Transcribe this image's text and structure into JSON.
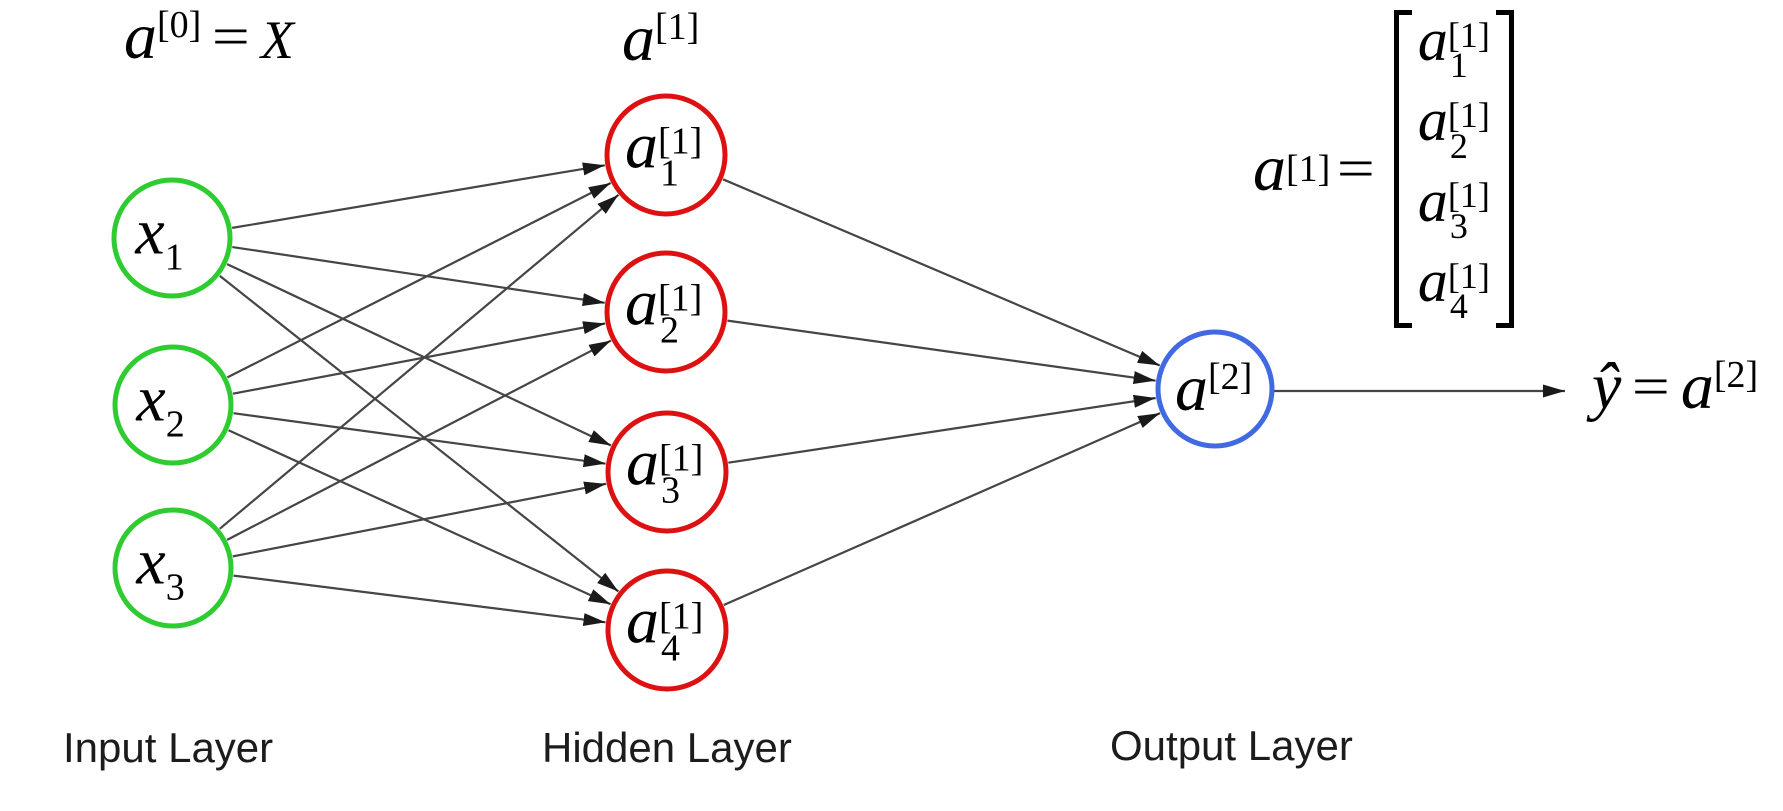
{
  "layers": {
    "input": {
      "label": "Input Layer",
      "node_color": "#2ecc31",
      "nodes": [
        {
          "base": "x",
          "sub": "1"
        },
        {
          "base": "x",
          "sub": "2"
        },
        {
          "base": "x",
          "sub": "3"
        }
      ]
    },
    "hidden": {
      "label": "Hidden Layer",
      "node_color": "#dd1111",
      "nodes": [
        {
          "base": "a",
          "sup": "[1]",
          "sub": "1"
        },
        {
          "base": "a",
          "sup": "[1]",
          "sub": "2"
        },
        {
          "base": "a",
          "sup": "[1]",
          "sub": "3"
        },
        {
          "base": "a",
          "sup": "[1]",
          "sub": "4"
        }
      ]
    },
    "output": {
      "label": "Output Layer",
      "node_color": "#4169e1",
      "nodes": [
        {
          "base": "a",
          "sup": "[2]"
        }
      ]
    }
  },
  "formulas": {
    "input_activation": {
      "base": "a",
      "sup": "[0]",
      "eq": "=",
      "rhs": "X"
    },
    "hidden_activation": {
      "base": "a",
      "sup": "[1]"
    },
    "hidden_vector": {
      "lhs_base": "a",
      "lhs_sup": "[1]",
      "eq": "=",
      "entries": [
        {
          "base": "a",
          "sup": "[1]",
          "sub": "1"
        },
        {
          "base": "a",
          "sup": "[1]",
          "sub": "2"
        },
        {
          "base": "a",
          "sup": "[1]",
          "sub": "3"
        },
        {
          "base": "a",
          "sup": "[1]",
          "sub": "4"
        }
      ]
    },
    "output_prediction": {
      "lhs": "ŷ",
      "eq": "=",
      "rhs_base": "a",
      "rhs_sup": "[2]"
    }
  },
  "edges": {
    "arrow_color": "#454545",
    "arrowhead_color": "#1a1a1a",
    "connectivity": "fully-connected"
  }
}
